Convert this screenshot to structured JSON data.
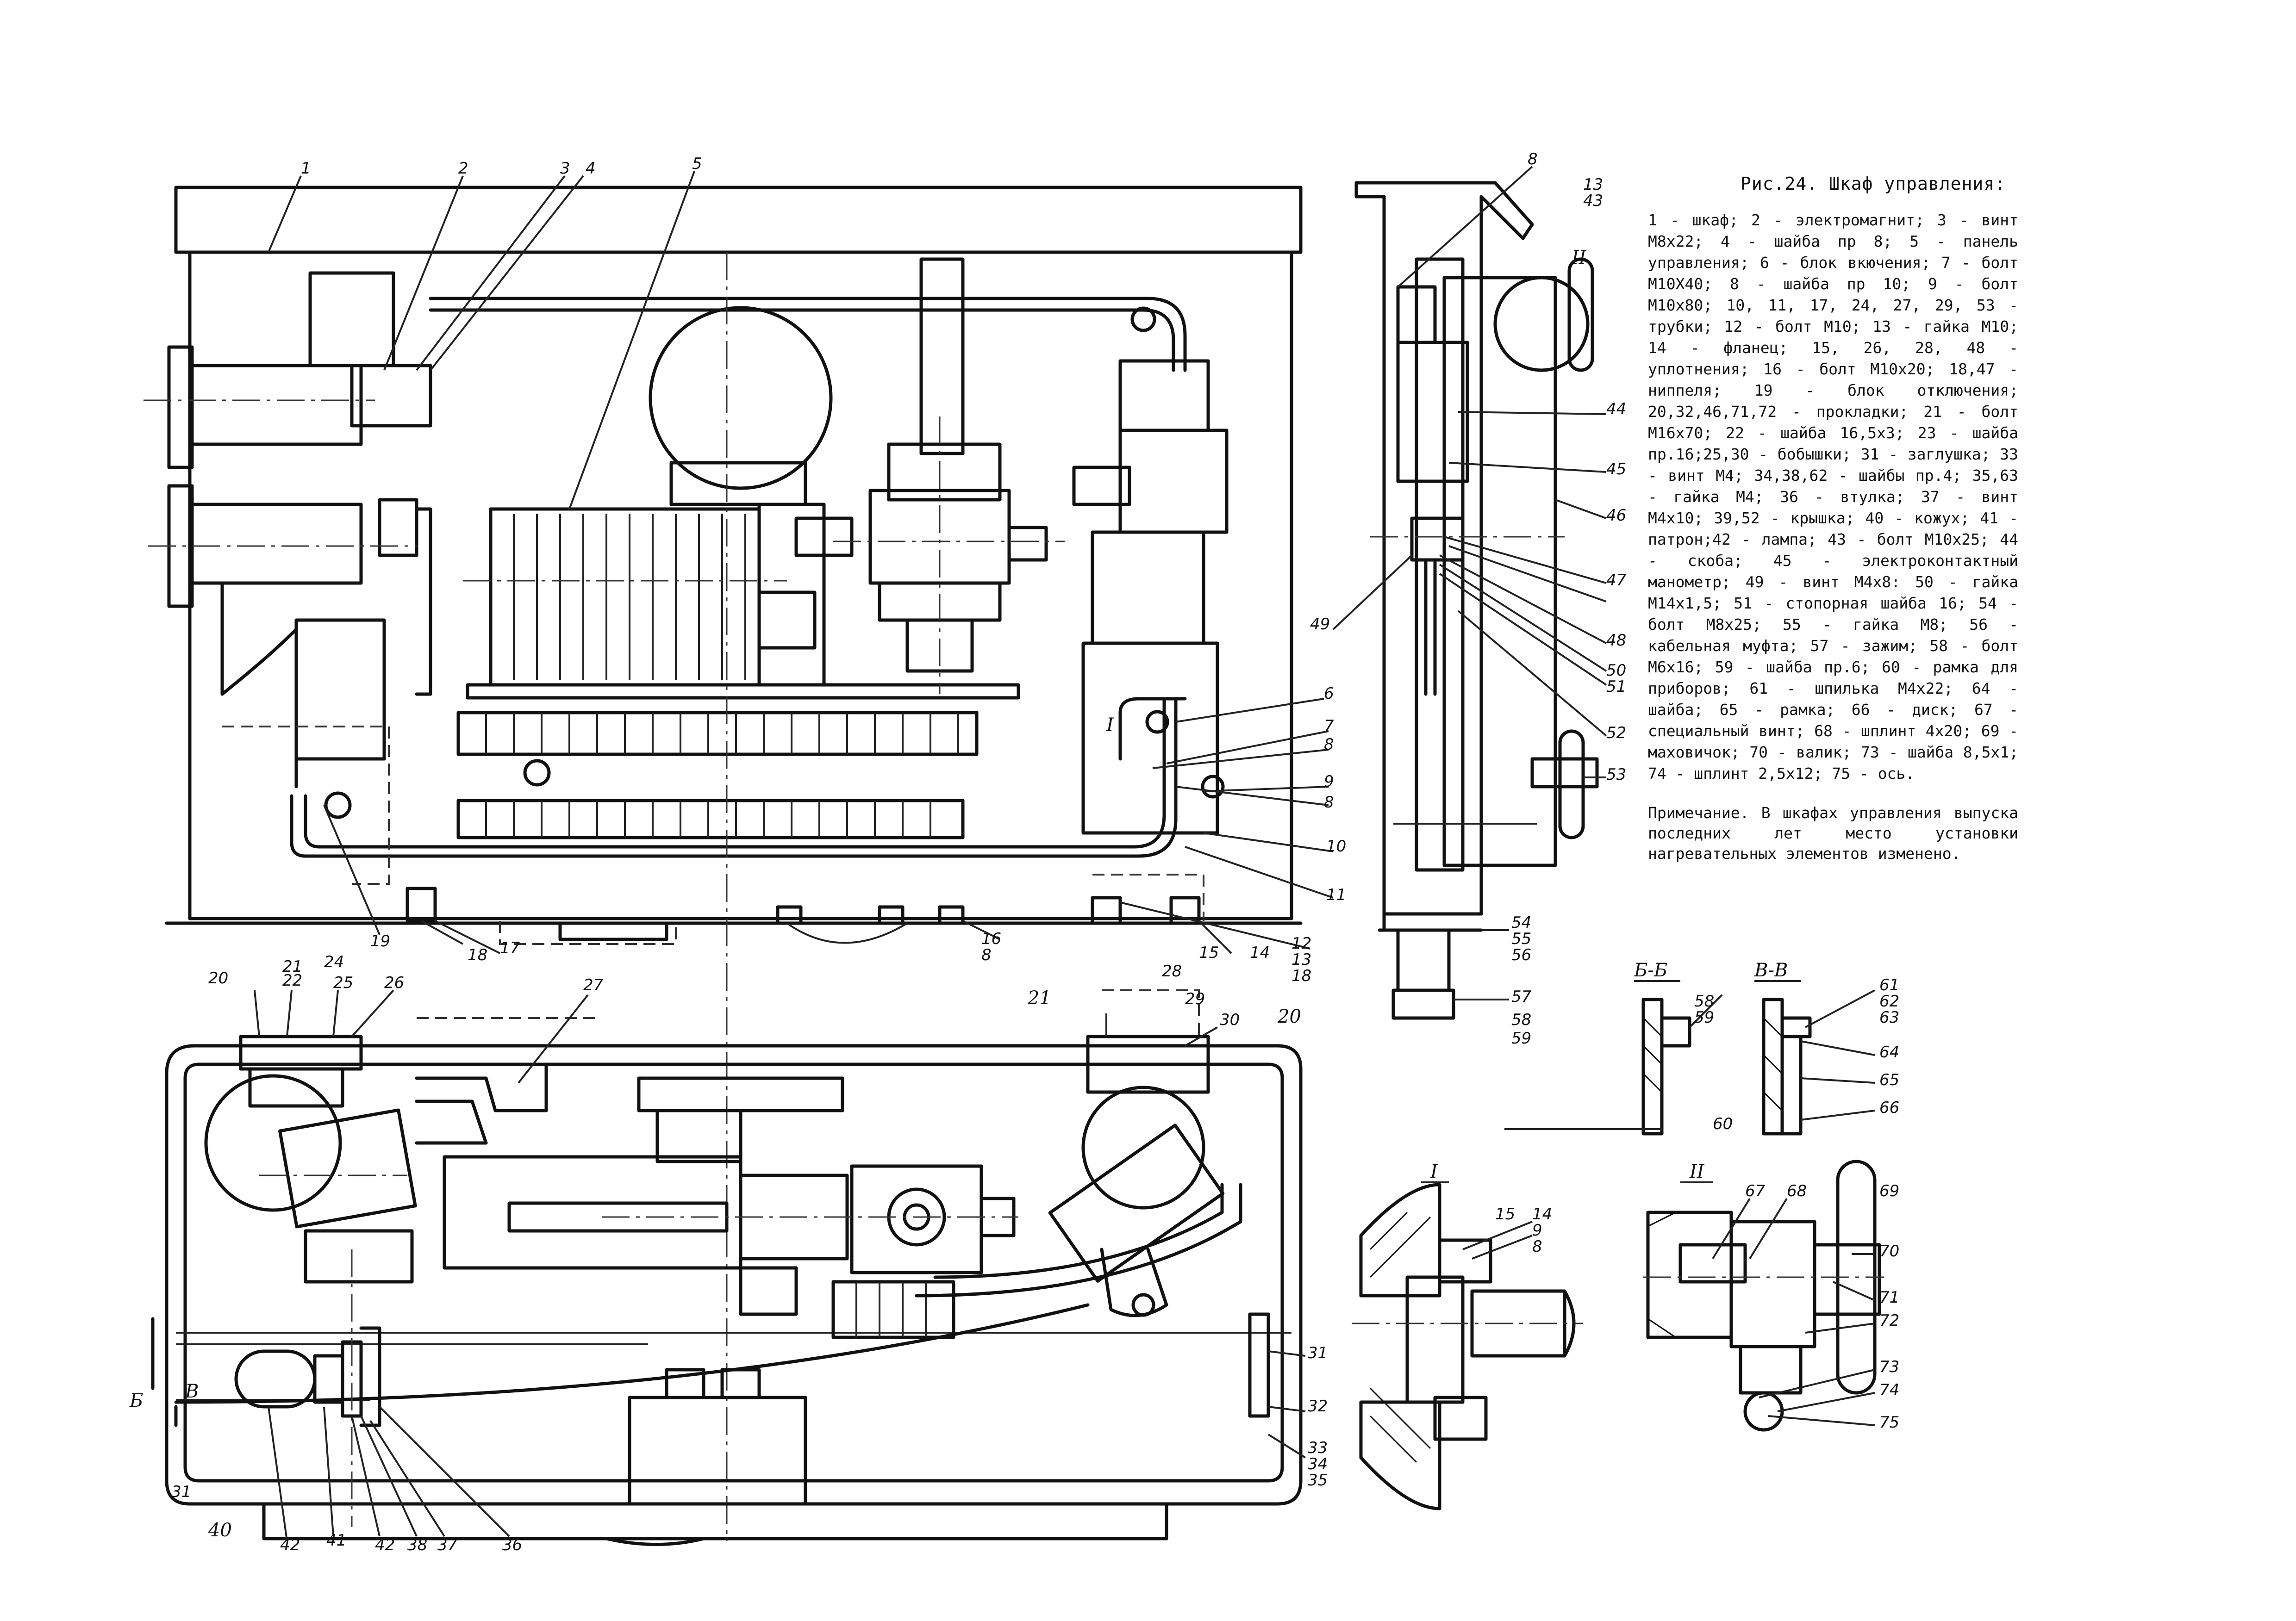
{
  "figure": {
    "title": "Рис.24. Шкаф управления:",
    "legend": "1 - шкаф; 2 - электромагнит; 3 - винт М8х22; 4 - шайба пр 8; 5 - панель управления; 6 - блок вкючения; 7 - болт М10Х40; 8 - шайба пр 10; 9 - болт М10х80; 10, 11, 17, 24, 27, 29, 53 - трубки; 12 - болт М10; 13 - гайка М10; 14 - фланец; 15, 26, 28, 48 - уплотнения; 16 - болт М10х20; 18,47 - ниппеля; 19 - блок отключения; 20,32,46,71,72 - прокладки; 21 - болт М16х70; 22 - шайба 16,5х3; 23 - шайба пр.16;25,30 - бобышки; 31 - заглушка; 33 - винт М4; 34,38,62 - шайбы пр.4; 35,63 - гайка М4; 36 - втулка; 37 - винт М4х10; 39,52 - крышка; 40 - кожух; 41 - патрон;42 - лампа; 43 - болт М10х25; 44 - скоба; 45 - электроконтактный манометр; 49 - винт М4х8: 50 - гайка М14х1,5; 51 - стопорная шайба 16; 54 - болт М8х25; 55 - гайка М8; 56 - кабельная муфта; 57 - зажим; 58 - болт М6х16; 59 - шайба пр.6; 60 - рамка для приборов; 61 - шпилька М4х22; 64 - шайба; 65 - рамка; 66 - диск; 67 - специальный винт; 68 - шплинт 4х20; 69 - маховичок; 70 - валик; 73 - шайба 8,5х1; 74 - шплинт 2,5х12; 75 - ось.",
    "note": "Примечание. В шкафах управления выпуска последних лет место установки нагревательных элементов изменено."
  },
  "section_labels": {
    "b_b": "Б-Б",
    "v_v": "В-В",
    "detail_1": "I",
    "detail_2": "II",
    "marker_1": "I",
    "marker_2": "II",
    "b": "Б",
    "v": "В"
  },
  "callouts": {
    "front": [
      "1",
      "2",
      "3",
      "4",
      "5",
      "6",
      "7",
      "8",
      "9",
      "8",
      "10",
      "11",
      "12",
      "13",
      "18",
      "14",
      "15",
      "16",
      "8",
      "17",
      "18",
      "19"
    ],
    "plan": [
      "20",
      "21",
      "22",
      "24",
      "25",
      "26",
      "27",
      "21",
      "28",
      "29",
      "30",
      "20",
      "31",
      "32",
      "33",
      "34",
      "35",
      "31",
      "40",
      "42",
      "41",
      "42",
      "38",
      "37",
      "36"
    ],
    "side": [
      "8",
      "13",
      "43",
      "44",
      "45",
      "46",
      "47",
      "48",
      "49",
      "50",
      "51",
      "52",
      "53",
      "54",
      "55",
      "56",
      "57",
      "58",
      "59"
    ],
    "bb": [
      "58",
      "59",
      "60"
    ],
    "vv": [
      "61",
      "62",
      "63",
      "64",
      "65",
      "66"
    ],
    "det1": [
      "15",
      "14",
      "9",
      "8"
    ],
    "det2": [
      "67",
      "68",
      "69",
      "70",
      "71",
      "72",
      "73",
      "74",
      "75"
    ]
  }
}
